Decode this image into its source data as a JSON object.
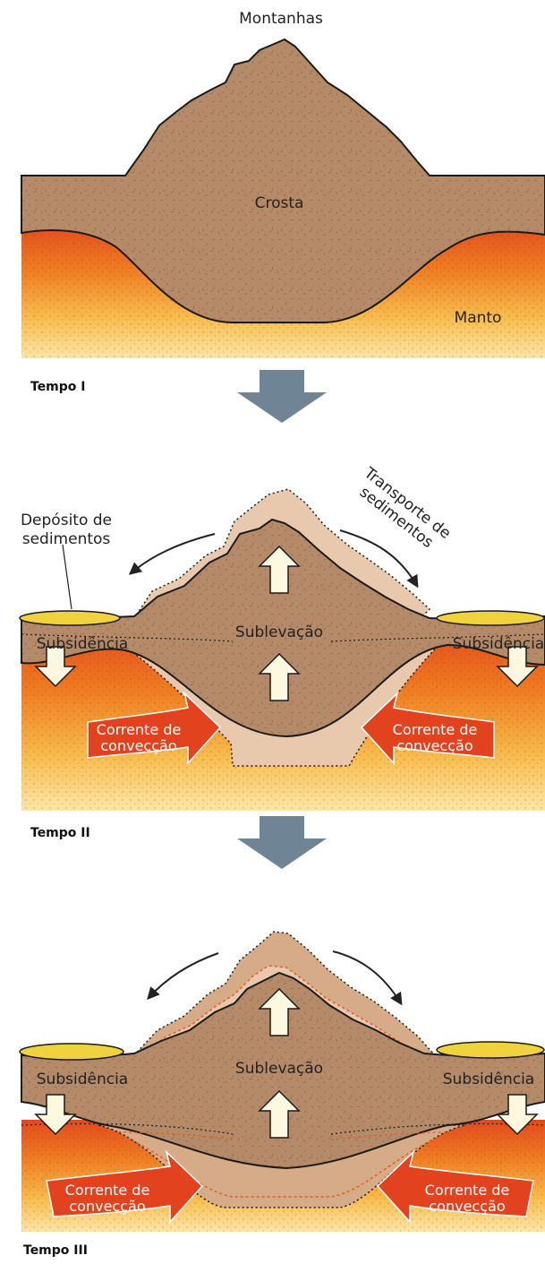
{
  "colors": {
    "crust": "#b48a68",
    "crust_light": "#e8c9ad",
    "sediment": "#f0d23c",
    "current": "#e2431e",
    "arrow": "#6f8596"
  },
  "panel1": {
    "mountains": "Montanhas",
    "crust": "Crosta",
    "mantle": "Manto",
    "time": "Tempo I"
  },
  "panel2": {
    "deposit": [
      "Depósito de",
      "sedimentos"
    ],
    "transport": [
      "Transporte de",
      "sedimentos"
    ],
    "subsidence": "Subsidência",
    "uplift": "Sublevação",
    "current": [
      "Corrente de",
      "convecção"
    ],
    "time": "Tempo II"
  },
  "panel3": {
    "subsidence": "Subsidência",
    "uplift": "Sublevação",
    "current": [
      "Corrente de",
      "convecção"
    ],
    "time": "Tempo III"
  }
}
